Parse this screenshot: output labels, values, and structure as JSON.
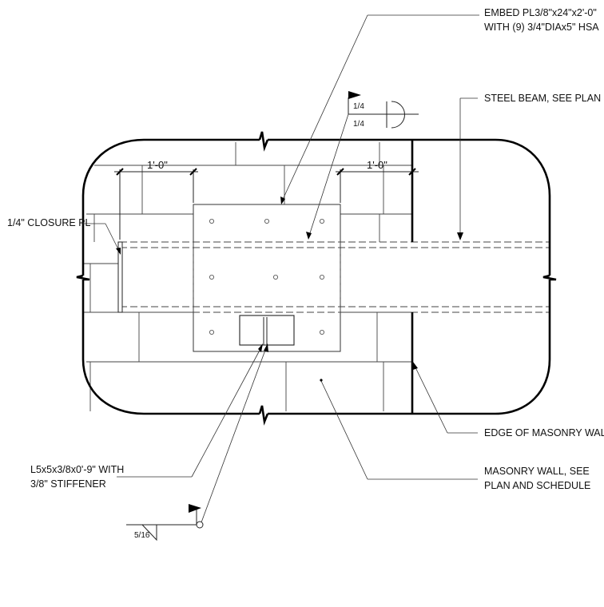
{
  "labels": {
    "embed_line1": "EMBED PL3/8\"x24\"x2'-0\"",
    "embed_line2": "WITH (9) 3/4\"DIAx5\" HSA",
    "steel_beam": "STEEL BEAM, SEE PLAN",
    "closure_pl": "1/4\" CLOSURE PL",
    "edge_masonry": "EDGE OF MASONRY WALL",
    "angle_line1": "L5x5x3/8x0'-9\" WITH",
    "angle_line2": "3/8\" STIFFENER",
    "masonry_line1": "MASONRY WALL, SEE",
    "masonry_line2": "PLAN AND SCHEDULE"
  },
  "dimensions": {
    "left": "1'-0\"",
    "right": "1'-0\""
  },
  "welds": {
    "top_size_above": "1/4",
    "top_size_below": "1/4",
    "bottom_size": "5/16"
  },
  "colors": {
    "line": "#000000",
    "background": "#ffffff"
  }
}
